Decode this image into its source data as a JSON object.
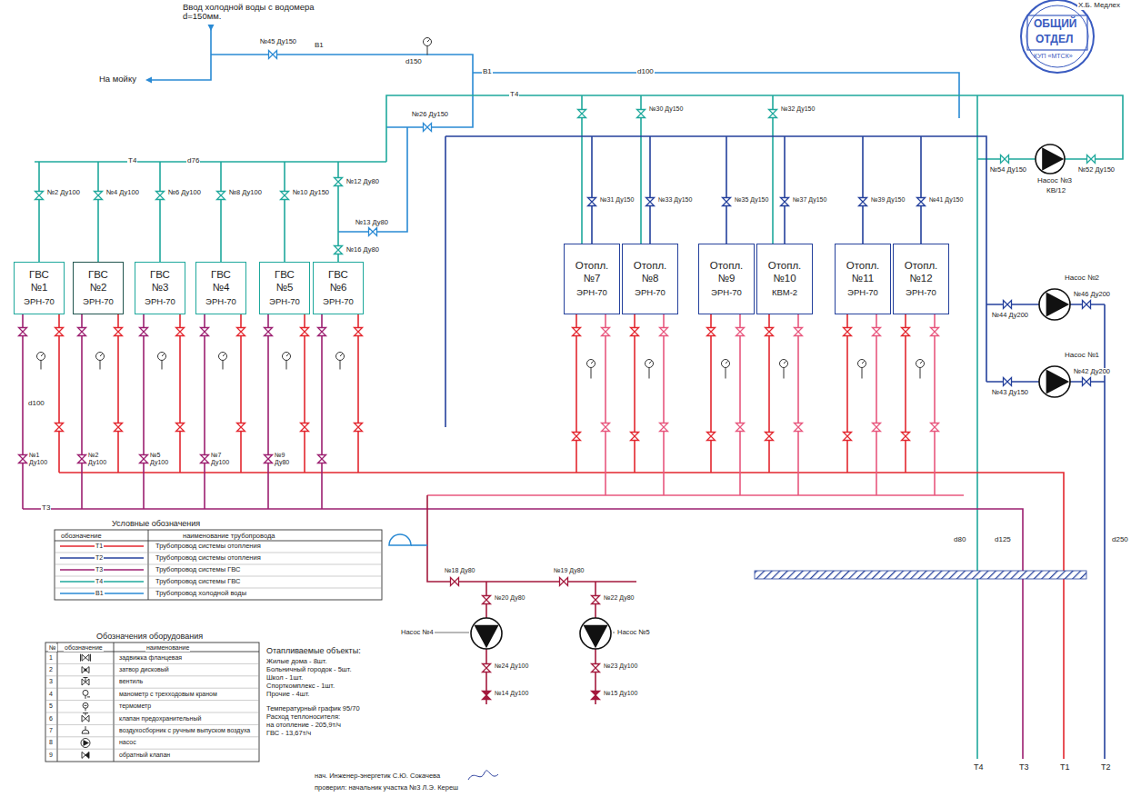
{
  "diagram": {
    "nodes": [
      {
        "text": [
          "ГВС №1",
          "ЭРН-70"
        ]
      },
      {
        "text": [
          "ГВС №2",
          "ЭРН-70"
        ]
      },
      {
        "text": [
          "ГВС №3",
          "ЭРН-70"
        ]
      },
      {
        "text": [
          "ГВС №4",
          "ЭРН-70"
        ]
      },
      {
        "text": [
          "ГВС №5",
          "ЭРН-70"
        ]
      },
      {
        "text": [
          "ГВС №6",
          "ЭРН-70"
        ]
      },
      {
        "text": [
          "Отопл. №7",
          "ЭРН-70"
        ]
      },
      {
        "text": [
          "Отопл. №8",
          "ЭРН-70"
        ]
      },
      {
        "text": [
          "Отопл. №9",
          "ЭРН-70"
        ]
      },
      {
        "text": [
          "Отопл. №10",
          "КВМ-2"
        ]
      },
      {
        "text": [
          "Отопл. №11",
          "ЭРН-70"
        ]
      },
      {
        "text": [
          "Отопл. №12",
          "ЭРН-70"
        ]
      }
    ],
    "labels": [
      "Ввод холодной воды с водомера d=150мм.",
      "Х.Б. Медлех",
      "ОБЩИЙ",
      "ОТДЕЛ",
      "КУП «МТСК»",
      "На мойку",
      "№45 Ду150",
      "В1",
      "d150",
      "В1",
      "d100",
      "Т4",
      "№26 Ду150",
      "Т4",
      "d76",
      "№2 Ду100",
      "№4 Ду100",
      "№6 Ду100",
      "№8 Ду100",
      "№10 Ду150",
      "№12 Ду80",
      "№13 Ду80",
      "№16 Ду80",
      "№31 Ду150",
      "№33 Ду150",
      "№35 Ду150",
      "№37 Ду150",
      "№39 Ду150",
      "№41 Ду150",
      "№30 Ду150",
      "№32 Ду150",
      "Насос №3",
      "КВ/12",
      "№54 Ду150",
      "№52 Ду150",
      "Насос №2",
      "№44 Ду200",
      "№46 Ду200",
      "Насос №1",
      "№43 Ду150",
      "№42 Ду200",
      "d100",
      "№1 Ду100",
      "№2 Ду100",
      "№5 Ду100",
      "№7 Ду100",
      "Т3",
      "№9 Ду80",
      "d80",
      "d125",
      "d250",
      "Т4",
      "Т3",
      "Т1",
      "Т2",
      "№18 Ду80",
      "№19 Ду80",
      "№20 Ду80",
      "№22 Ду80",
      "Насос №4",
      "Насос №5",
      "№24 Ду100",
      "№23 Ду100",
      "№14 Ду100",
      "№15 Ду100",
      "Условные обозначения",
      "обозначение",
      "наименование трубопровода",
      "Т1",
      "Т2",
      "Т3",
      "Т4",
      "В1",
      "Обозначения оборудования",
      "№",
      "обозначение",
      "наименование",
      "1",
      "2",
      "3",
      "4",
      "5",
      "6",
      "7",
      "8",
      "9",
      "задвижка фланцевая",
      "затвор дисковый",
      "вентиль",
      "манометр с трехходовым краном",
      "термометр",
      "клапан предохранительный",
      "воздухосборник с ручным выпуском воздуха",
      "насос",
      "обратный клапан",
      "Отапливаемые объекты:",
      "Жилые дома - 8шт.",
      "Больничный городок - 5шт.",
      "Школ - 1шт.",
      "Спорткомплекс - 1шт.",
      "Прочие - 4шт.",
      "Температурный график 95/70",
      "Расход теплоносителя:",
      "на отопление - 205,9т/ч",
      "ГВС - 13,67т/ч",
      "нач. Инженер-энергетик С.Ю. Сокачева",
      "проверил: начальник участка №3 Л.Э. Кереш"
    ],
    "legend": [
      {
        "text": "Трубопровод системы отопления"
      },
      {
        "text": "Трубопровод системы отопления"
      },
      {
        "text": "Трубопровод системы ГВС"
      },
      {
        "text": "Трубопровод системы ГВС"
      },
      {
        "text": "Трубопровод холодной воды"
      }
    ]
  }
}
